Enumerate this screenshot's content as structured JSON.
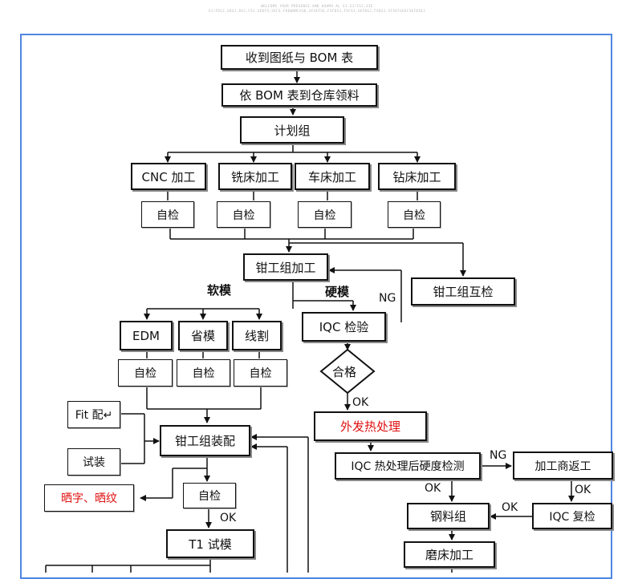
{
  "header": {
    "line1": "WELCOME YOUR PRESENCE AND HUAMU AL SJ.SJ/ISJ,SIE",
    "line2": "SJ/FDSJ,SDSJ,DSJ,FSJ,SEDFS,SEFS,FDEWDMCXSD,SFSEFSE,FSFDSJ,FSFSJ,SEFDSJ,FSDSJ,SFSEFSEEFSEFDSEJ"
  },
  "nodes": {
    "receive": "收到图纸与 BOM 表",
    "pick": "依 BOM 表到仓库领料",
    "plan": "计划组",
    "cnc": "CNC 加工",
    "mill": "铣床加工",
    "lathe": "车床加工",
    "drill": "钻床加工",
    "selfcheck": "自检",
    "fitter": "钳工组加工",
    "mutual": "钳工组互检",
    "iqc": "IQC 检验",
    "qualified": "合格",
    "edm": "EDM",
    "save": "省模",
    "wire": "线割",
    "outsource_heat": "外发热处理",
    "fit": "Fit 配↵",
    "assemble": "钳工组装配",
    "trial": "试装",
    "iqc_hard": "IQC 热处理后硬度检测",
    "vendor": "加工商返工",
    "texture": "晒字、晒纹",
    "steel": "钢料组",
    "iqc_recheck": "IQC 复检",
    "t1": "T1 试模",
    "grind": "磨床加工"
  },
  "labels": {
    "soft": "软模",
    "hard": "硬模",
    "ng1": "NG",
    "ok1": "OK",
    "ng2": "NG",
    "ok2": "OK",
    "ok3": "OK",
    "ok4": "OK",
    "ok5": "OK"
  },
  "colors": {
    "frame": "#4f86e0",
    "highlight": "#e01010",
    "line": "#111111"
  }
}
